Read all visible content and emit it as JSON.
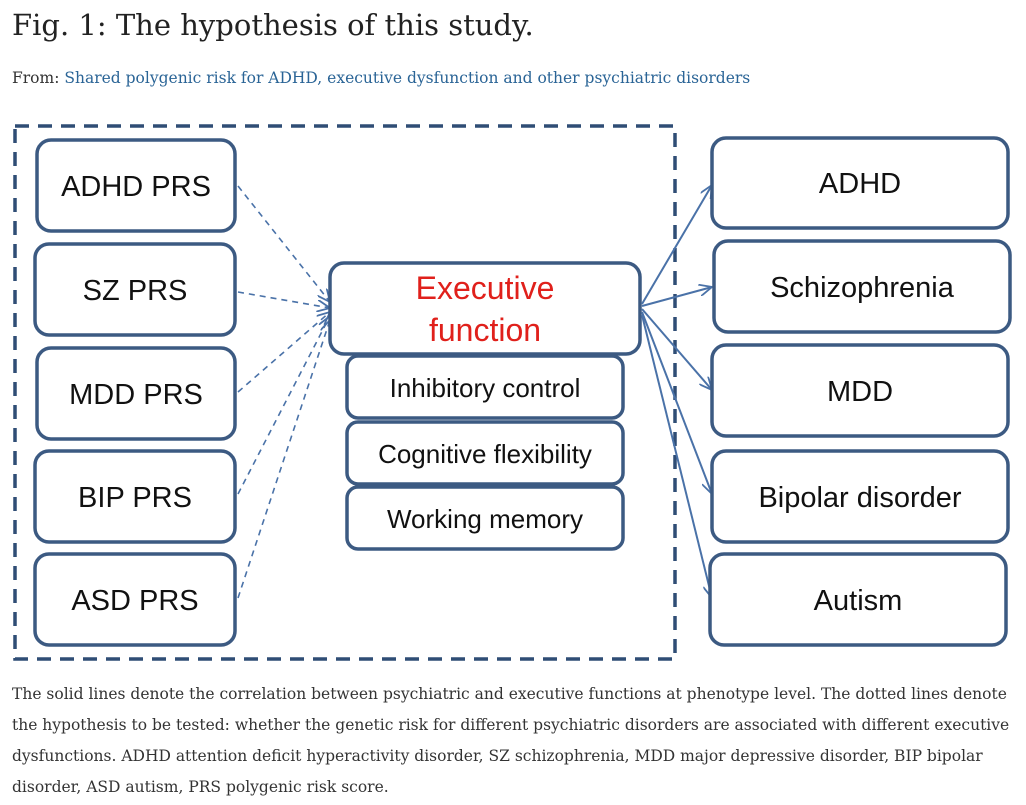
{
  "figure": {
    "title": "Fig. 1: The hypothesis of this study.",
    "from_label": "From:",
    "from_link": "Shared polygenic risk for ADHD, executive dysfunction and other psychiatric disorders",
    "caption": "The solid lines denote the correlation between psychiatric and executive functions at phenotype level. The dotted lines denote the hypothesis to be tested: whether the genetic risk for different psychiatric disorders are associated with different executive dysfunctions. ADHD attention deficit hyperactivity disorder, SZ schizophrenia, MDD major depressive disorder, BIP bipolar disorder, ASD autism, PRS polygenic risk score."
  },
  "diagram": {
    "prs_boxes": [
      "ADHD PRS",
      "SZ PRS",
      "MDD PRS",
      "BIP PRS",
      "ASD PRS"
    ],
    "center": {
      "title_line1": "Executive",
      "title_line2": "function",
      "components": [
        "Inhibitory control",
        "Cognitive flexibility",
        "Working memory"
      ]
    },
    "disorders": [
      "ADHD",
      "Schizophrenia",
      "MDD",
      "Bipolar disorder",
      "Autism"
    ],
    "colors": {
      "box_stroke": "#3c5a82",
      "arrow": "#4a72a8",
      "executive_text": "#e0201b"
    }
  }
}
